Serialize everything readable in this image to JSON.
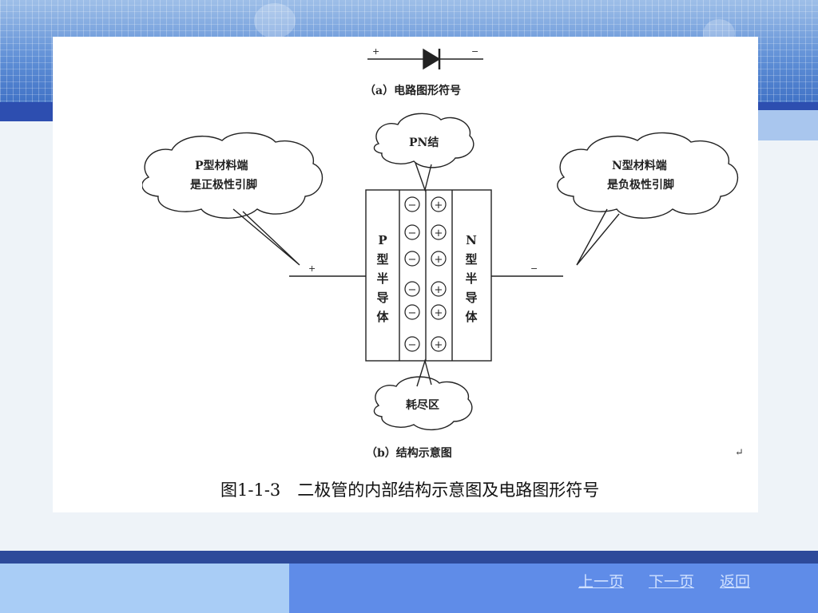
{
  "diagram": {
    "symbol_plus": "+",
    "symbol_minus": "−",
    "label_a": "（a）电路图形符号",
    "label_b": "（b）结构示意图",
    "cloud_pn": "PN结",
    "cloud_p_line1": "P型材料端",
    "cloud_p_line2": "是正极性引脚",
    "cloud_n_line1": "N型材料端",
    "cloud_n_line2": "是负极性引脚",
    "cloud_depletion": "耗尽区",
    "p_chars": [
      "P",
      "型",
      "半",
      "导",
      "体"
    ],
    "n_chars": [
      "N",
      "型",
      "半",
      "导",
      "体"
    ],
    "lead_plus": "+",
    "lead_minus": "−",
    "neg_ion": "−",
    "pos_ion": "+"
  },
  "caption": "图1-1-3　二极管的内部结构示意图及电路图形符号",
  "return_mark": "↵",
  "nav": {
    "prev": "上一页",
    "next": "下一页",
    "back": "返回"
  }
}
